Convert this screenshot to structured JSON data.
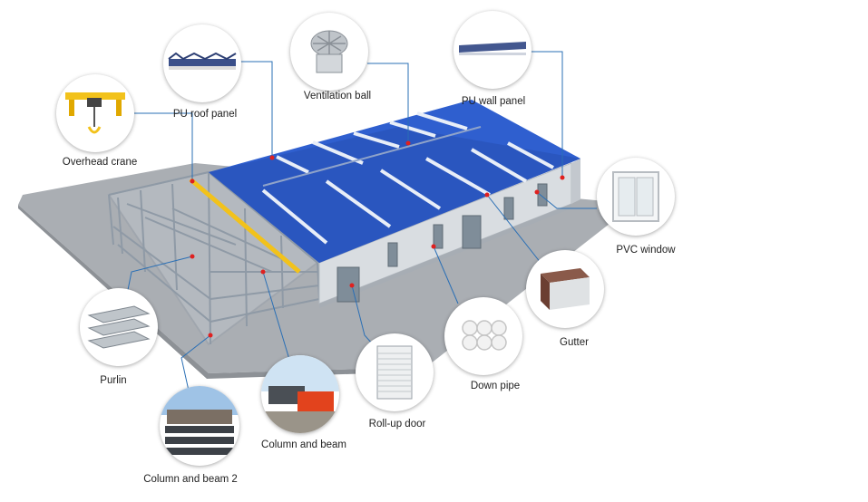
{
  "components": [
    {
      "id": "overhead-crane",
      "label": "Overhead crane"
    },
    {
      "id": "pu-roof-panel",
      "label": "PU roof panel"
    },
    {
      "id": "ventilation-ball",
      "label": "Ventilation ball"
    },
    {
      "id": "pu-wall-panel",
      "label": "PU wall panel"
    },
    {
      "id": "pvc-window",
      "label": "PVC window"
    },
    {
      "id": "gutter",
      "label": "Gutter"
    },
    {
      "id": "down-pipe",
      "label": "Down pipe"
    },
    {
      "id": "roll-up-door",
      "label": "Roll-up door"
    },
    {
      "id": "column-and-beam",
      "label": "Column and beam"
    },
    {
      "id": "column-and-beam-2",
      "label": "Column and beam 2"
    },
    {
      "id": "purlin",
      "label": "Purlin"
    }
  ],
  "colors": {
    "roof": "#2f5fcf",
    "roof_light": "#4f7fe8",
    "leader_line": "#2a6fb5",
    "marker": "#e0201f",
    "ground": "#a9adb2",
    "wall": "#d9dde1",
    "frame": "#8f9aa6",
    "crane": "#f2c21b"
  }
}
